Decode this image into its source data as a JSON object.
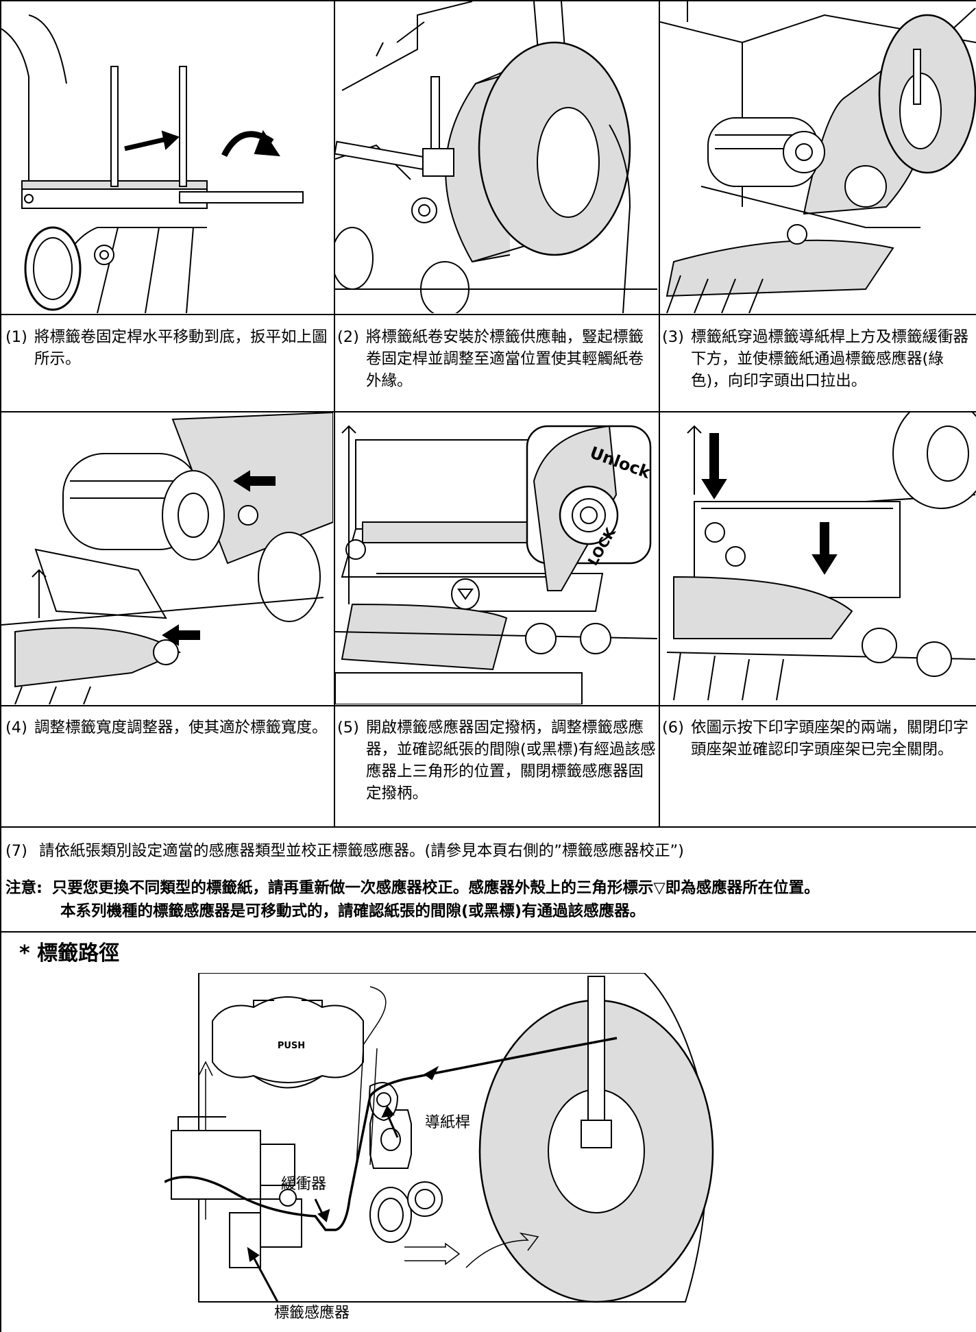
{
  "steps": [
    {
      "num": "(1)",
      "text": "將標籤卷固定桿水平移動到底，扳平如上圖所示。"
    },
    {
      "num": "(2)",
      "text": "將標籤紙卷安裝於標籤供應軸，豎起標籤卷固定桿並調整至適當位置使其輕觸紙卷外緣。"
    },
    {
      "num": "(3)",
      "text": "標籤紙穿過標籤導紙桿上方及標籤緩衝器下方，並使標籤紙通過標籤感應器(綠色)，向印字頭出口拉出。"
    },
    {
      "num": "(4)",
      "text": "調整標籤寬度調整器，使其適於標籤寬度。"
    },
    {
      "num": "(5)",
      "text": "開啟標籤感應器固定撥柄，調整標籤感應器，並確認紙張的間隙(或黑標)有經過該感應器上三角形的位置，關閉標籤感應器固定撥柄。"
    },
    {
      "num": "(6)",
      "text": "依圖示按下印字頭座架的兩端，關閉印字頭座架並確認印字頭座架已完全關閉。"
    }
  ],
  "step7": {
    "num": "(7)",
    "text": "請依紙張類別設定適當的感應器類型並校正標籤感應器。(請參見本頁右側的”標籤感應器校正”)"
  },
  "note": {
    "label": "注意:",
    "line1": "只要您更換不同類型的標籤紙，請再重新做一次感應器校正。感應器外殼上的三角形標示▽即為感應器所在位置。",
    "line2": "本系列機種的標籤感應器是可移動式的，請確認紙張的間隙(或黑標)有通過該感應器。"
  },
  "path_section": {
    "title": "* 標籤路徑",
    "labels": {
      "guide": "導紙桿",
      "buffer": "緩衝器",
      "sensor": "標籤感應器",
      "push": "PUSH"
    }
  },
  "figure_text": {
    "unlock": "Unlock",
    "lock": "LOCK",
    "push": "PUSH"
  }
}
